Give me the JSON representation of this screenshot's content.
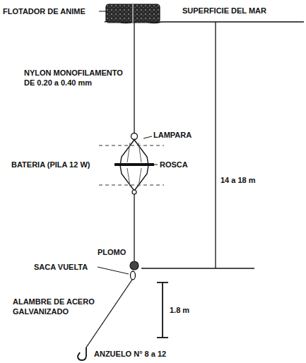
{
  "diagram": {
    "labels": [
      "FLOTADOR DE ANIME",
      "SUPERFICIE DEL MAR",
      "NYLON MONOFILAMENTO DE 0.20 a 0.40 mm",
      "LAMPARA",
      "BATERIA (PILA 12 W)",
      "ROSCA",
      "14 a 18 m",
      "PLOMO",
      "SACA VUELTA",
      "ALAMBRE DE ACERO GALVANIZADO",
      "1.8 m",
      "ANZUELO N° 8 a 12"
    ]
  }
}
